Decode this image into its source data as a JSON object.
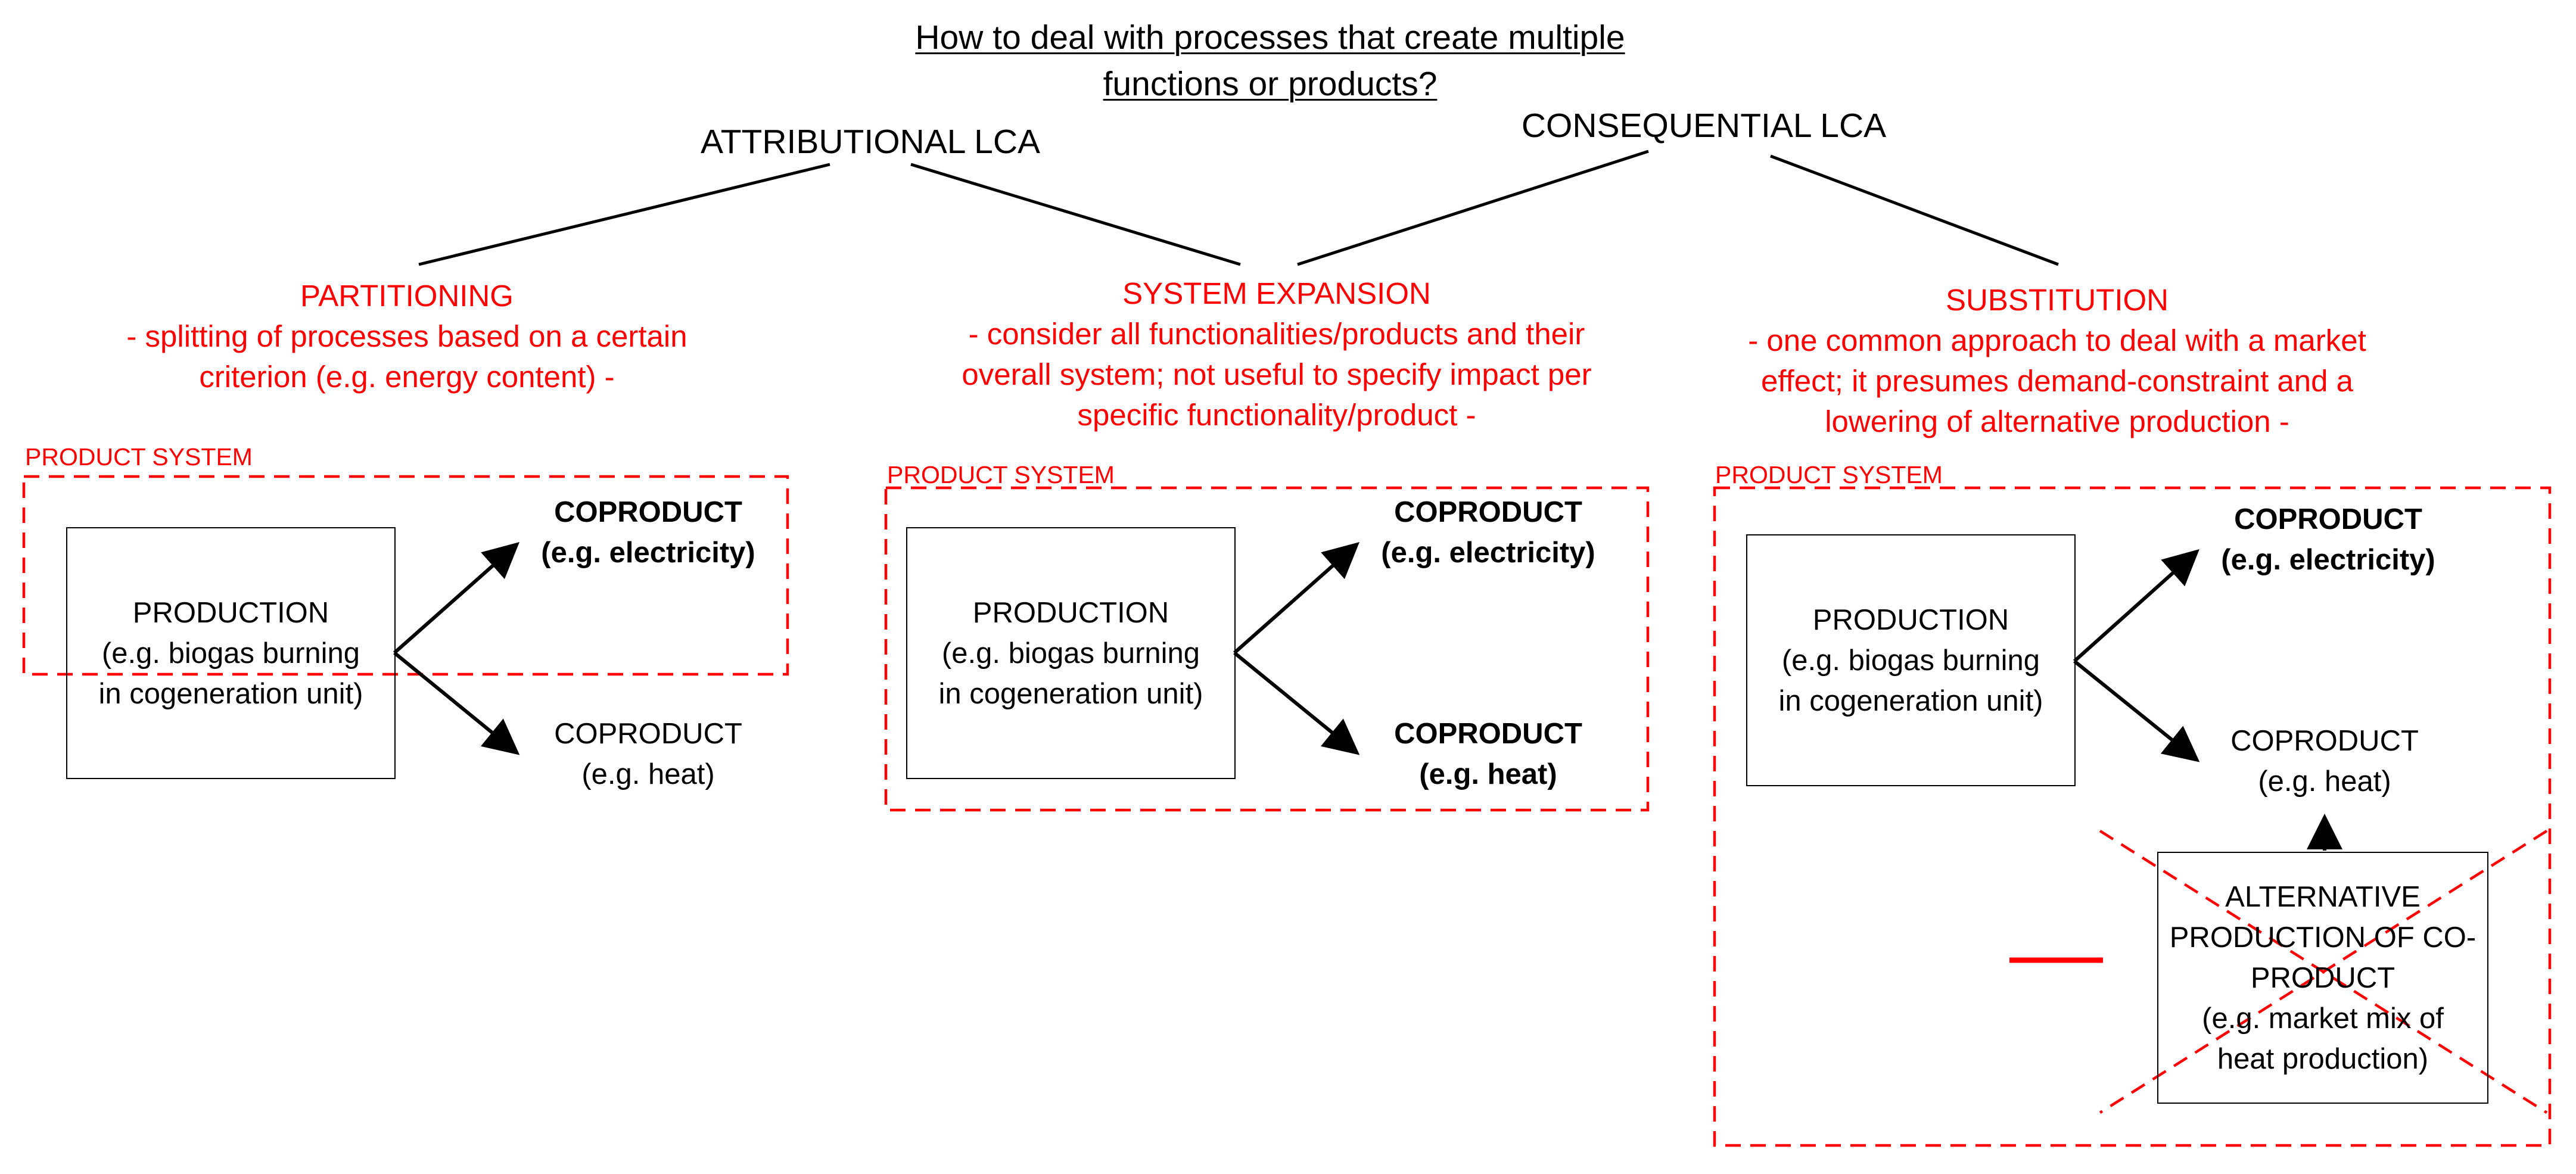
{
  "title": {
    "line1": "How to deal with processes  that create multiple",
    "line2": "functions or products?"
  },
  "lca_types": {
    "attributional": "ATTRIBUTIONAL LCA",
    "consequential": "CONSEQUENTIAL LCA"
  },
  "methods": {
    "partitioning": {
      "name": "PARTITIONING",
      "desc_lines": [
        "- splitting of processes based on a certain",
        "criterion (e.g. energy content) -"
      ]
    },
    "system_expansion": {
      "name": "SYSTEM EXPANSION",
      "desc_lines": [
        "- consider all functionalities/products and their",
        "overall system; not useful to specify impact per",
        "specific functionality/product -"
      ]
    },
    "substitution": {
      "name": "SUBSTITUTION",
      "desc_lines": [
        "- one common approach to deal with a market",
        "effect; it presumes demand-constraint and a",
        "lowering of alternative production -"
      ]
    }
  },
  "product_system_label": "PRODUCT SYSTEM",
  "production": {
    "line1": "PRODUCTION",
    "line2": "(e.g. biogas burning",
    "line3": "in cogeneration unit)"
  },
  "coproduct": {
    "label": "COPRODUCT",
    "electricity": "(e.g. electricity)",
    "heat": "(e.g. heat)"
  },
  "alternative_production": {
    "lines": [
      "ALTERNATIVE",
      "PRODUCTION OF CO-",
      "PRODUCT",
      "(e.g. market mix of",
      "heat production)"
    ]
  },
  "colors": {
    "accent_red": "#ff0000",
    "stroke_black": "#000000"
  }
}
